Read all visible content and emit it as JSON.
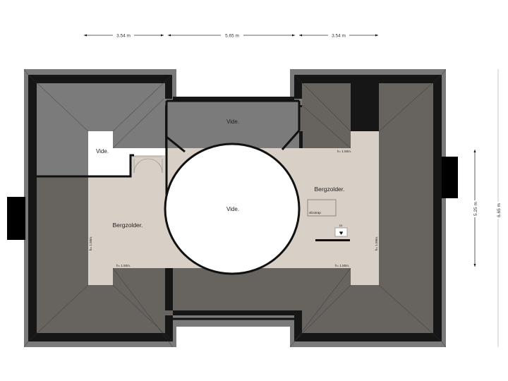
{
  "dimensions": {
    "top": [
      "3.54 m",
      "5.65 m",
      "3.54 m"
    ],
    "right_inner": "5.25 m",
    "right_outer": "6.65 m"
  },
  "rooms": {
    "vide_top": "Vide.",
    "vide_left": "Vide.",
    "vide_center": "Vide.",
    "bergzolder_left": "Bergzolder.",
    "bergzolder_right": "Bergzolder."
  },
  "height_notes": {
    "top_right": "h= 1.50m.",
    "bottom_left": "h= 1.50m.",
    "bottom_right": "h= 1.50m.",
    "left_side": "h= 1.50m.",
    "right_side": "h= 1.50m."
  },
  "fixtures": {
    "box_label": "vlizotrap",
    "cv_label": "cv"
  },
  "colors": {
    "roof_outer": "#7a7a7a",
    "wall": "#161616",
    "roof_slope": "#67635f",
    "roof_slope_light": "#7b7b7b",
    "floor": "#d8d0c6",
    "void": "#ffffff"
  }
}
